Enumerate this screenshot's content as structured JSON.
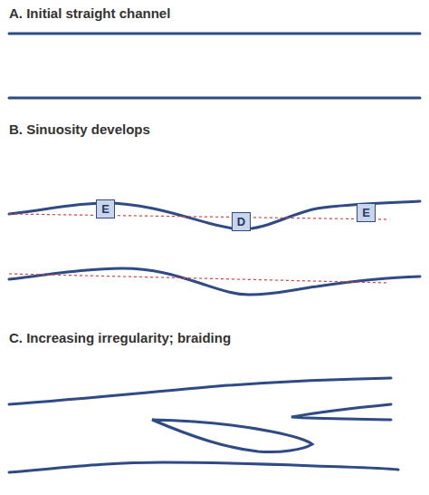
{
  "diagram": {
    "nodes": [
      {
        "text": [
          "E"
        ]
      },
      {
        "text": [
          "D"
        ]
      },
      {
        "text": [
          "E"
        ]
      }
    ],
    "labels": [
      "A. Initial straight channel",
      "B. Sinuosity develops",
      "C. Increasing irregularity; braiding"
    ]
  }
}
